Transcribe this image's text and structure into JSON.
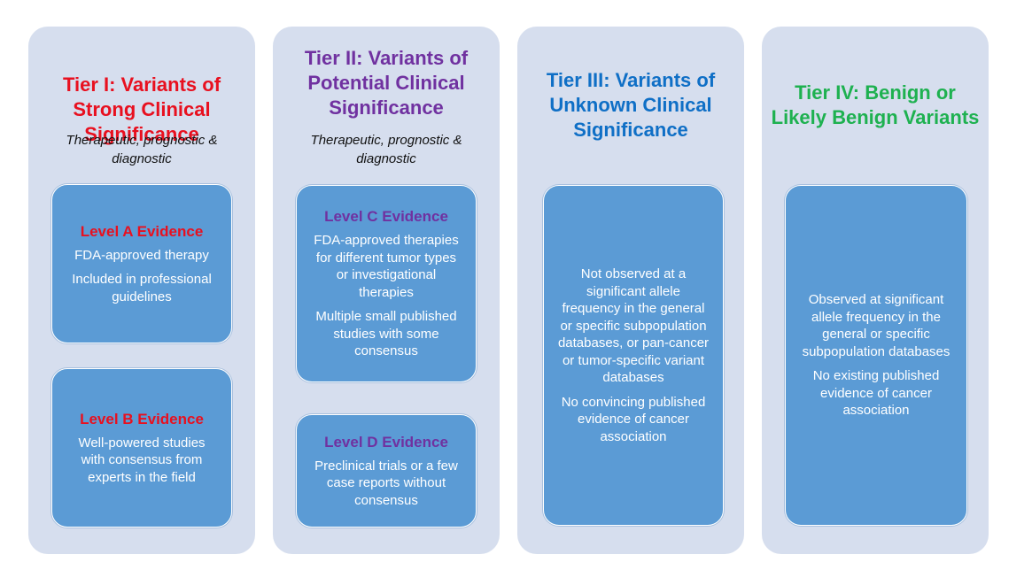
{
  "tiers": [
    {
      "title": "Tier I: Variants of\nStrong Clinical\nSignificance",
      "subtitle": "Therapeutic, prognostic &\ndiagnostic",
      "color": "#e8101f",
      "boxes": [
        {
          "heading": "Level A Evidence",
          "paragraphs": [
            "FDA-approved therapy",
            "Included in professional\nguidelines"
          ]
        },
        {
          "heading": "Level B Evidence",
          "paragraphs": [
            "Well-powered studies\nwith consensus from\nexperts in the field"
          ]
        }
      ]
    },
    {
      "title": "Tier II: Variants of\nPotential Clinical\nSignificance",
      "subtitle": "Therapeutic, prognostic &\ndiagnostic",
      "color": "#7031a0",
      "boxes": [
        {
          "heading": "Level C Evidence",
          "paragraphs": [
            "FDA-approved therapies\nfor different tumor types\nor investigational\ntherapies",
            "Multiple small published\nstudies with some\nconsensus"
          ]
        },
        {
          "heading": "Level D Evidence",
          "paragraphs": [
            "Preclinical trials or a few\ncase reports without\nconsensus"
          ]
        }
      ]
    },
    {
      "title": "Tier III: Variants of\nUnknown Clinical\nSignificance",
      "color": "#0f6fc6",
      "boxes": [
        {
          "paragraphs": [
            "Not observed at a\nsignificant allele\nfrequency in the general\nor specific subpopulation\ndatabases, or pan-cancer\nor tumor-specific variant\ndatabases",
            "No convincing published\nevidence of cancer\nassociation"
          ]
        }
      ]
    },
    {
      "title": "Tier IV: Benign or\nLikely Benign Variants",
      "color": "#1eb150",
      "boxes": [
        {
          "paragraphs": [
            "Observed at significant\nallele frequency in the\ngeneral or specific\nsubpopulation databases",
            "No existing published\nevidence of cancer\nassociation"
          ]
        }
      ]
    }
  ]
}
